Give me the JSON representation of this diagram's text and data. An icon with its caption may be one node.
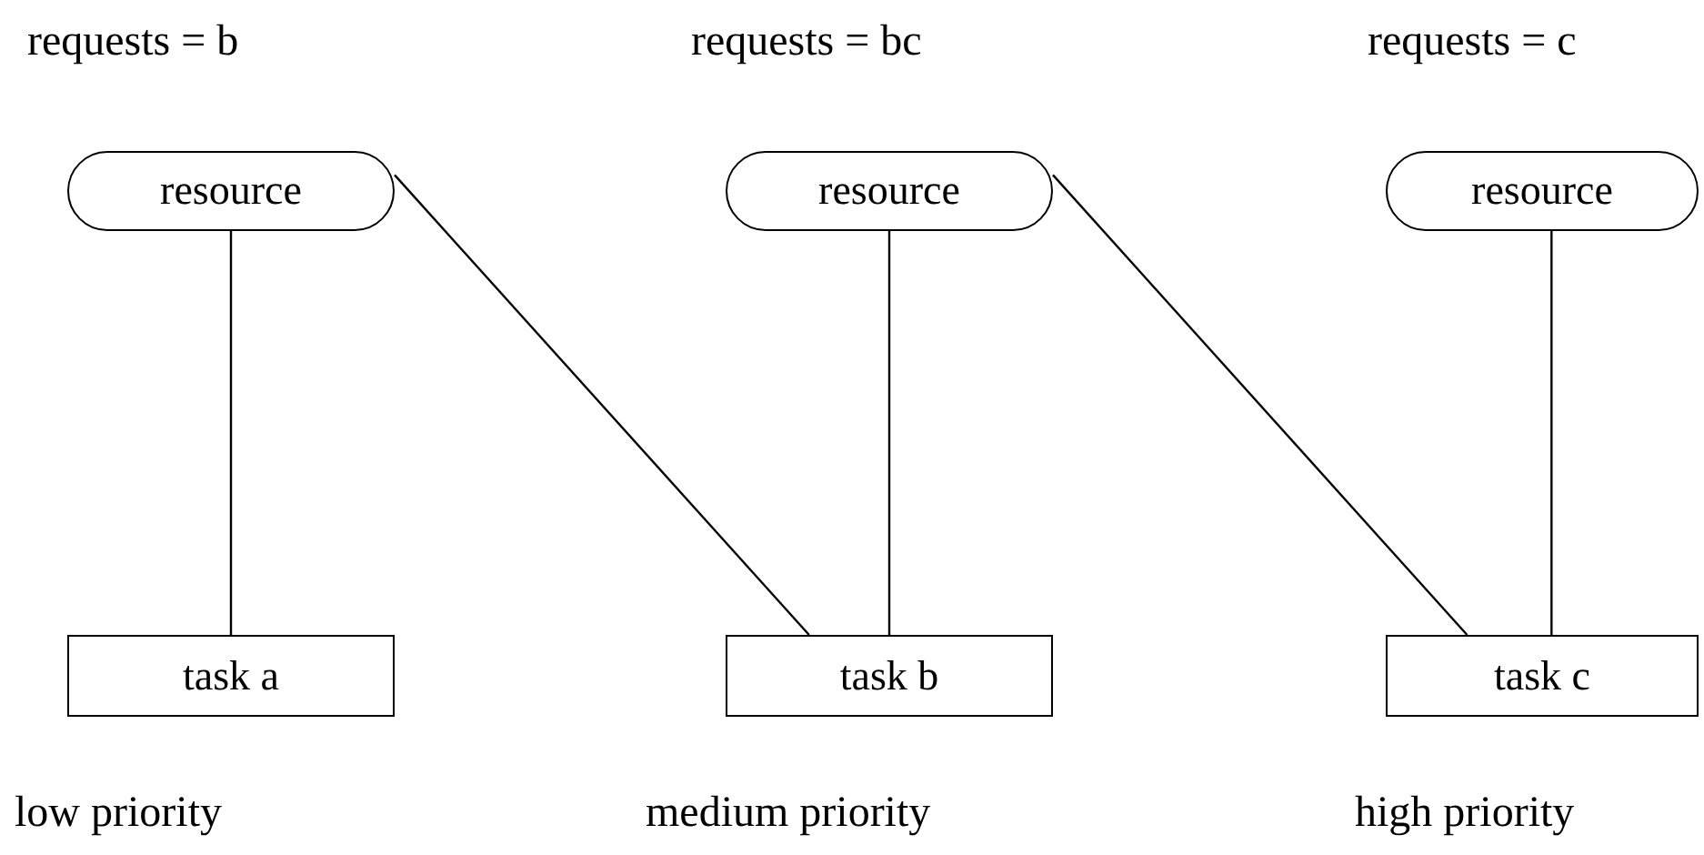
{
  "diagram": {
    "nodes": [
      {
        "text": [
          "resource"
        ]
      },
      {
        "text": [
          "resource"
        ]
      },
      {
        "text": [
          "resource"
        ]
      },
      {
        "text": [
          "task a"
        ]
      },
      {
        "text": [
          "task b"
        ]
      },
      {
        "text": [
          "task c"
        ]
      }
    ],
    "edges": [
      {
        "from": 0,
        "to": 3,
        "arrow": "none"
      },
      {
        "from": 0,
        "to": 4,
        "arrow": "none"
      },
      {
        "from": 1,
        "to": 4,
        "arrow": "none"
      },
      {
        "from": 1,
        "to": 5,
        "arrow": "none"
      },
      {
        "from": 2,
        "to": 5,
        "arrow": "none"
      }
    ],
    "labels": [
      "requests = b",
      "requests = bc",
      "requests = c",
      "low priority",
      "medium priority",
      "high priority"
    ]
  }
}
